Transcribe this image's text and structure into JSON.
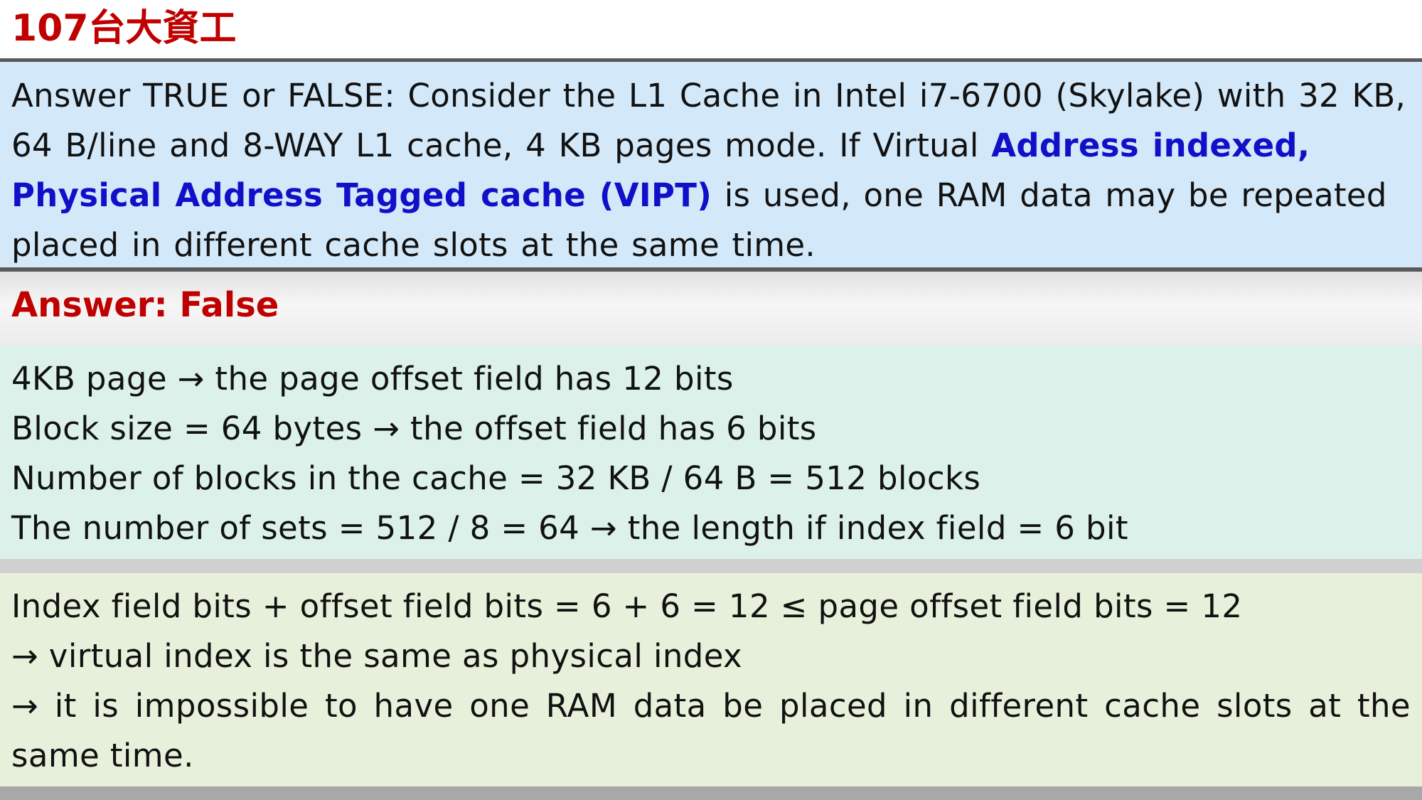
{
  "title": "107台大資工",
  "question": {
    "part1": "Answer TRUE or FALSE: Consider the L1 Cache in Intel i7-6700 (Skylake) with 32 KB, 64 B/line and 8-WAY L1 cache, 4 KB pages mode. If Virtual ",
    "highlight": "Address indexed, Physical Address Tagged cache (VIPT)",
    "part2": " is used, one RAM data may be repeated placed in different cache slots at the same time."
  },
  "answer_label": "Answer: False",
  "calculation": [
    "4KB page → the page offset field has 12 bits",
    "Block size = 64 bytes → the offset field has 6 bits",
    "Number of blocks in the cache = 32 KB / 64 B = 512 blocks",
    "The number of sets = 512 / 8 = 64 → the length if index field = 6 bit"
  ],
  "conclusion": [
    "Index field bits + offset field bits = 6 + 6 = 12 ≤ page offset field bits = 12",
    "→ virtual index is the same as physical index",
    "→ it is impossible to have one RAM data be placed in different cache slots at the",
    "same time."
  ],
  "colors": {
    "title": "#c00000",
    "answer": "#c00000",
    "highlight": "#1010c8",
    "question_bg": "#d3e8f8",
    "calc_bg": "#dbf1ea",
    "conclusion_bg": "#e6f0da"
  }
}
